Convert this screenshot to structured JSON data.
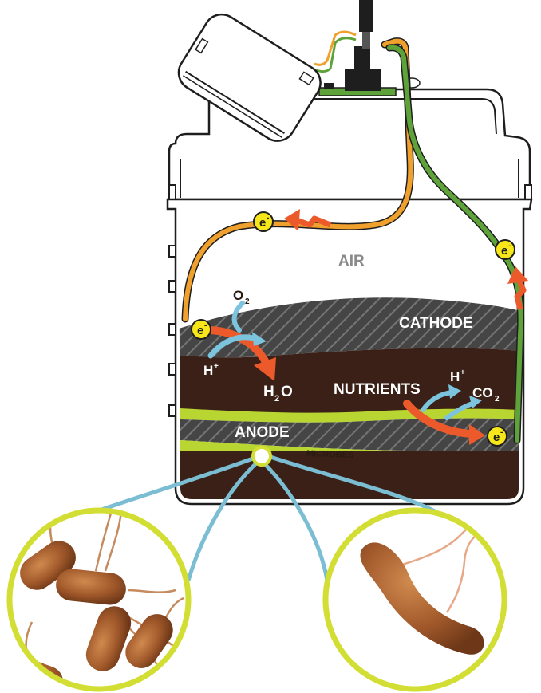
{
  "labels": {
    "air": "AIR",
    "cathode": "CATHODE",
    "anode": "ANODE",
    "microbes": "MICROBES",
    "nutrients": "NUTRIENTS",
    "oxygen": "O",
    "oxygen_sub": "2",
    "water_h": "H",
    "water_sub": "2",
    "water_o": "O",
    "proton_left": "H",
    "proton_left_sup": "+",
    "proton_right": "H",
    "proton_right_sup": "+",
    "co2": "CO",
    "co2_sub": "2",
    "electron": "e",
    "electron_sup": "-"
  },
  "colors": {
    "soil": "#3a2016",
    "anode_green": "#b9d531",
    "cathode_grey": "#4a4a4a",
    "wire_orange": "#f0a02c",
    "wire_green": "#5ea33a",
    "arrow_red": "#ec5a2b",
    "arrow_blue": "#7cc3dd",
    "electron_yellow": "#f7e61a",
    "lens_blue": "#7bbdd2",
    "zoom_ring": "#d2de33",
    "bacteria": "#a0582a"
  },
  "icons": [
    "circuit-board-icon",
    "electron-icon",
    "arrow-icon",
    "bacteria-icon"
  ]
}
